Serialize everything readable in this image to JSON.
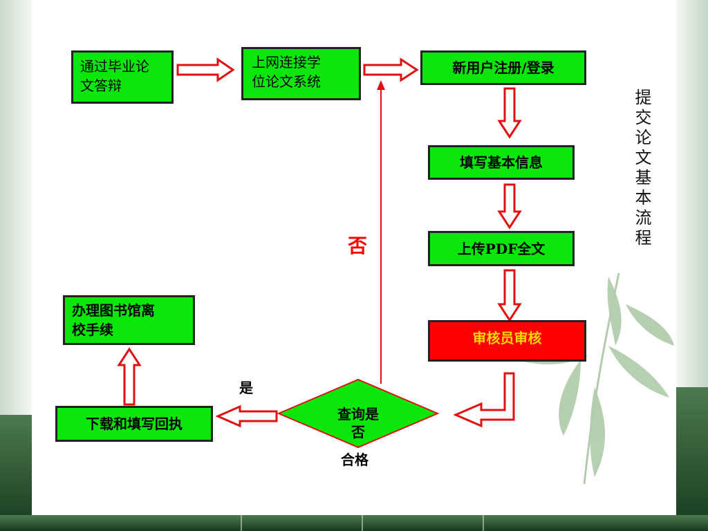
{
  "title": "提交论文基本流程",
  "steps": {
    "defense": "通过毕业论文答辩",
    "system_line1": "上网连接学",
    "system_line2": "位论文系统",
    "register": "新用户注册/登录",
    "fill_info": "填写基本信息",
    "upload": "上传PDF全文",
    "review": "审核员审核",
    "query_line1": "查询是",
    "query_line2": "否",
    "query_line3": "合格",
    "download": "下载和填写回执",
    "library_line1": "办理图书馆离",
    "library_line2": "校手续"
  },
  "branches": {
    "yes": "是",
    "no": "否"
  },
  "colors": {
    "box_fill": "#0be60b",
    "review_fill": "#ff0000",
    "review_text": "#ffd700",
    "arrow": "#e01010",
    "no_label": "#ff0000"
  }
}
